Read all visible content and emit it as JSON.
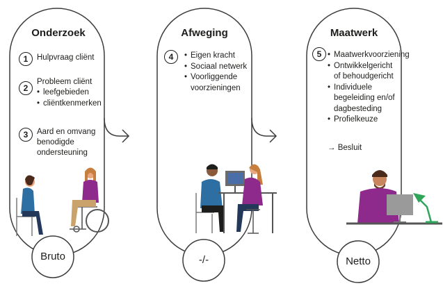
{
  "columns": [
    {
      "title": "Onderzoek",
      "bottom_label": "Bruto",
      "steps": [
        {
          "number": "1",
          "text": [
            "Hulpvraag cliënt"
          ],
          "bullets": []
        },
        {
          "number": "2",
          "text": [
            "Probleem cliënt"
          ],
          "bullets": [
            "leefgebieden",
            "cliëntkenmerken"
          ]
        },
        {
          "number": "3",
          "text": [
            "Aard en omvang",
            "benodigde",
            "ondersteuning"
          ],
          "bullets": []
        }
      ]
    },
    {
      "title": "Afweging",
      "bottom_label": "-/-",
      "steps": [
        {
          "number": "4",
          "text": [],
          "bullets": [
            "Eigen kracht",
            "Sociaal netwerk",
            "Voorliggende voorzieningen"
          ]
        }
      ]
    },
    {
      "title": "Maatwerk",
      "bottom_label": "Netto",
      "steps": [
        {
          "number": "5",
          "text": [],
          "bullets": [
            "Maatwerkvoorziening",
            "Ontwikkelgericht of behoudgericht",
            "Individuele begeleiding en/of dagbesteding",
            "Profielkeuze"
          ]
        }
      ],
      "conclusion": "→ Besluit"
    }
  ],
  "colors": {
    "line": "#3c3c3b",
    "purple": "#8e2a8b",
    "blue": "#2e6fa3",
    "green": "#2fa55a",
    "skin": "#e8a77f",
    "hair": "#4a2a1a"
  }
}
